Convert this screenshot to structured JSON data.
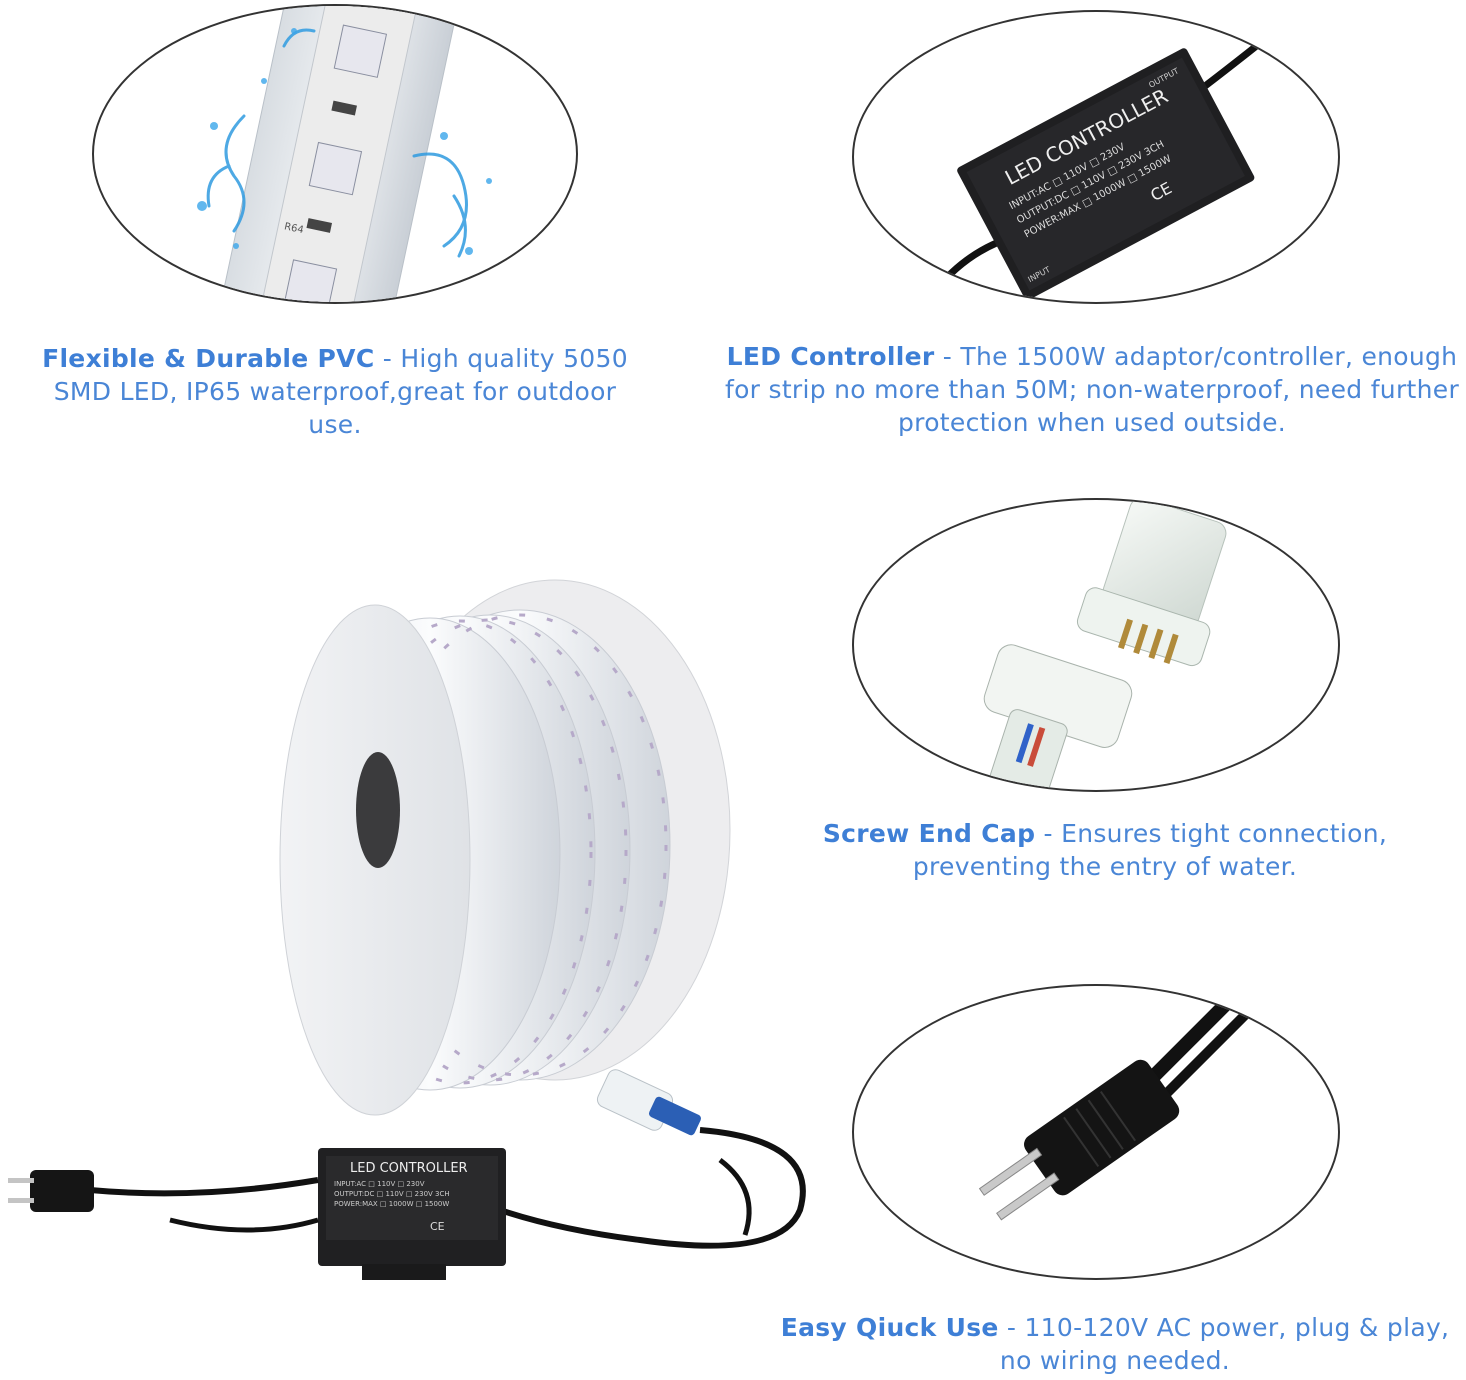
{
  "features": [
    {
      "title": "Flexible & Durable PVC",
      "sep": " - ",
      "text": "High quality 5050 SMD LED, IP65 waterproof,great for outdoor use."
    },
    {
      "title": "LED Controller",
      "sep": " - ",
      "text": "The 1500W adaptor/controller, enough for strip no more than 50M; non-waterproof, need further protection when used outside."
    },
    {
      "title": "Screw End Cap",
      "sep": " - ",
      "text": "Ensures tight connection, preventing the entry of water."
    },
    {
      "title": "Easy Qiuck Use",
      "sep": " - ",
      "text": "110-120V AC power, plug & play, no wiring needed."
    }
  ],
  "controller_label": {
    "title": "LED CONTROLLER",
    "line1": "INPUT:AC □ 110V  □ 230V",
    "line2": "OUTPUT:DC □ 110V □ 230V 3CH",
    "line3": "POWER:MAX □ 1000W □ 1500W",
    "input": "INPUT",
    "output": "OUTPUT",
    "ce": "CE"
  },
  "strip_marking": "R64"
}
